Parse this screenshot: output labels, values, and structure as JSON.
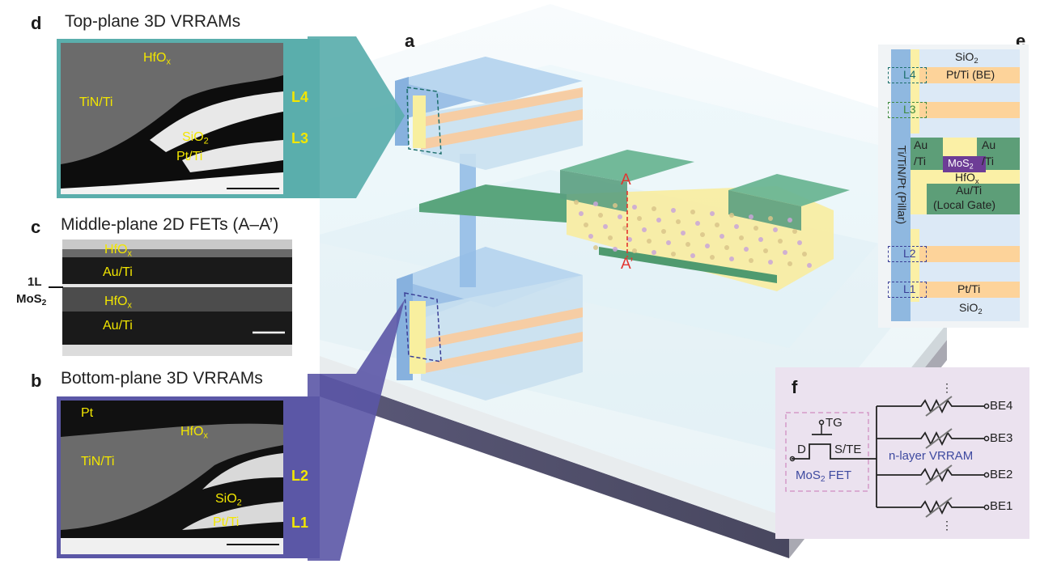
{
  "panels": {
    "a": {
      "letter": "a",
      "cross_section": {
        "top_label": "A",
        "bottom_label": "A’"
      }
    },
    "b": {
      "letter": "b",
      "title": "Bottom-plane 3D VRRAMs",
      "frame_color": "#5b57a6",
      "labels": {
        "pt": "Pt",
        "tin_ti": "TiN/Ti",
        "hfox": "HfO",
        "hfox_sub": "x",
        "sio2": "SiO",
        "sio2_sub": "2",
        "pt_ti": "Pt/Ti",
        "layer_upper": "L2",
        "layer_lower": "L1"
      }
    },
    "c": {
      "letter": "c",
      "title": "Middle-plane 2D FETs (A–A’)",
      "labels": {
        "hfox_top": "HfO",
        "hfox_sub": "x",
        "auti_top": "Au/Ti",
        "hfox_bottom": "HfO",
        "auti_bottom": "Au/Ti",
        "mos2_1l": "1L",
        "mos2": "MoS",
        "mos2_sub": "2"
      }
    },
    "d": {
      "letter": "d",
      "title": "Top-plane 3D VRRAMs",
      "frame_color": "#5aaeac",
      "labels": {
        "tin_ti": "TiN/Ti",
        "hfox": "HfO",
        "hfox_sub": "x",
        "sio2": "SiO",
        "sio2_sub": "2",
        "pt_ti": "Pt/Ti",
        "layer_upper": "L4",
        "layer_lower": "L3"
      }
    },
    "e": {
      "letter": "e",
      "pillar_label": "Ti/TiN/Pt (Pillar)",
      "sio2_top": "SiO",
      "sio2_sub": "2",
      "be_label": "Pt/Ti (BE)",
      "layers": [
        "L4",
        "L3",
        "L2",
        "L1"
      ],
      "au_ti_left": [
        "Au",
        "/Ti"
      ],
      "au_ti_right": [
        "Au",
        "/Ti"
      ],
      "mos2": "MoS",
      "mos2_sub": "2",
      "hfox": "HfO",
      "hfox_sub": "x",
      "local_gate": [
        "Au/Ti",
        "(Local Gate)"
      ],
      "pt_ti_bottom": "Pt/Ti",
      "sio2_bottom": "SiO"
    },
    "f": {
      "letter": "f",
      "tg": "TG",
      "d": "D",
      "ste": "S/TE",
      "fet": "MoS",
      "fet_sub": "2",
      "fet_suffix": " FET",
      "vrram": "n-layer VRRAM",
      "electrodes": [
        "BE4",
        "BE3",
        "BE2",
        "BE1"
      ]
    }
  },
  "colors": {
    "teal": "#5aaeac",
    "indigo": "#5b57a6",
    "pillar_blue": "#8fb8e0",
    "hfox_yellow": "#fbf0a6",
    "pt_orange": "#fdd39a",
    "au_green": "#5d9e78",
    "mos2_purple": "#6d3d96",
    "sio2_light": "#dce9f6",
    "substrate": "#4f4e6b",
    "label_yellow": "#f2e600",
    "cut_red": "#e2342f"
  }
}
